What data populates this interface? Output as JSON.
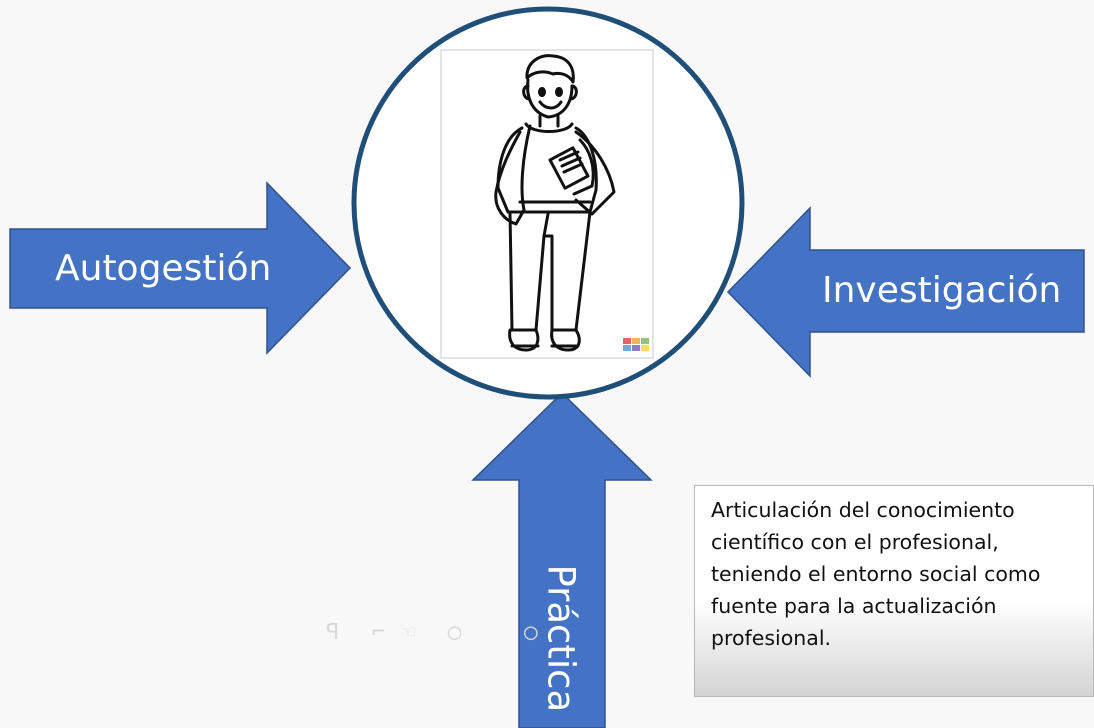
{
  "arrows": {
    "left_label": "Autogestión",
    "right_label": "Investigación",
    "bottom_label": "Práctica"
  },
  "note": {
    "text": "Articulación del conocimiento científico con el profesional, teniendo el entorno social como fuente para la actualización profesional."
  },
  "colors": {
    "arrow_fill": "#4472c4",
    "arrow_stroke": "#2f528f",
    "circle_stroke": "#1f4e79",
    "background": "#f8f8f8"
  },
  "figure": {
    "icon": "student-with-backpack-icon"
  }
}
